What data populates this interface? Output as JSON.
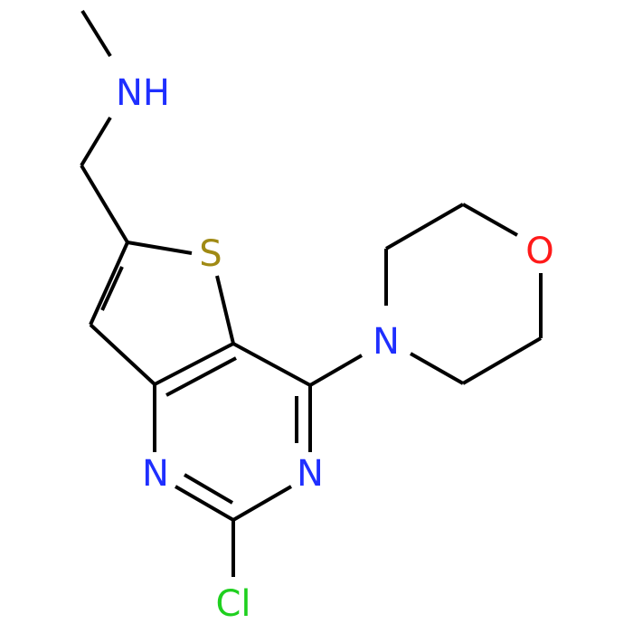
{
  "atoms": {
    "nh": {
      "label": "NH",
      "element": "N",
      "color": "#1f2fff"
    },
    "s": {
      "label": "S",
      "element": "S",
      "color": "#a08a14"
    },
    "o": {
      "label": "O",
      "element": "O",
      "color": "#ff1a1a"
    },
    "n_morph": {
      "label": "N",
      "element": "N",
      "color": "#1f2fff"
    },
    "n_left": {
      "label": "N",
      "element": "N",
      "color": "#1f2fff"
    },
    "n_right": {
      "label": "N",
      "element": "N",
      "color": "#1f2fff"
    },
    "cl": {
      "label": "Cl",
      "element": "Cl",
      "color": "#1fd01f"
    }
  },
  "bond_color": "#000000"
}
